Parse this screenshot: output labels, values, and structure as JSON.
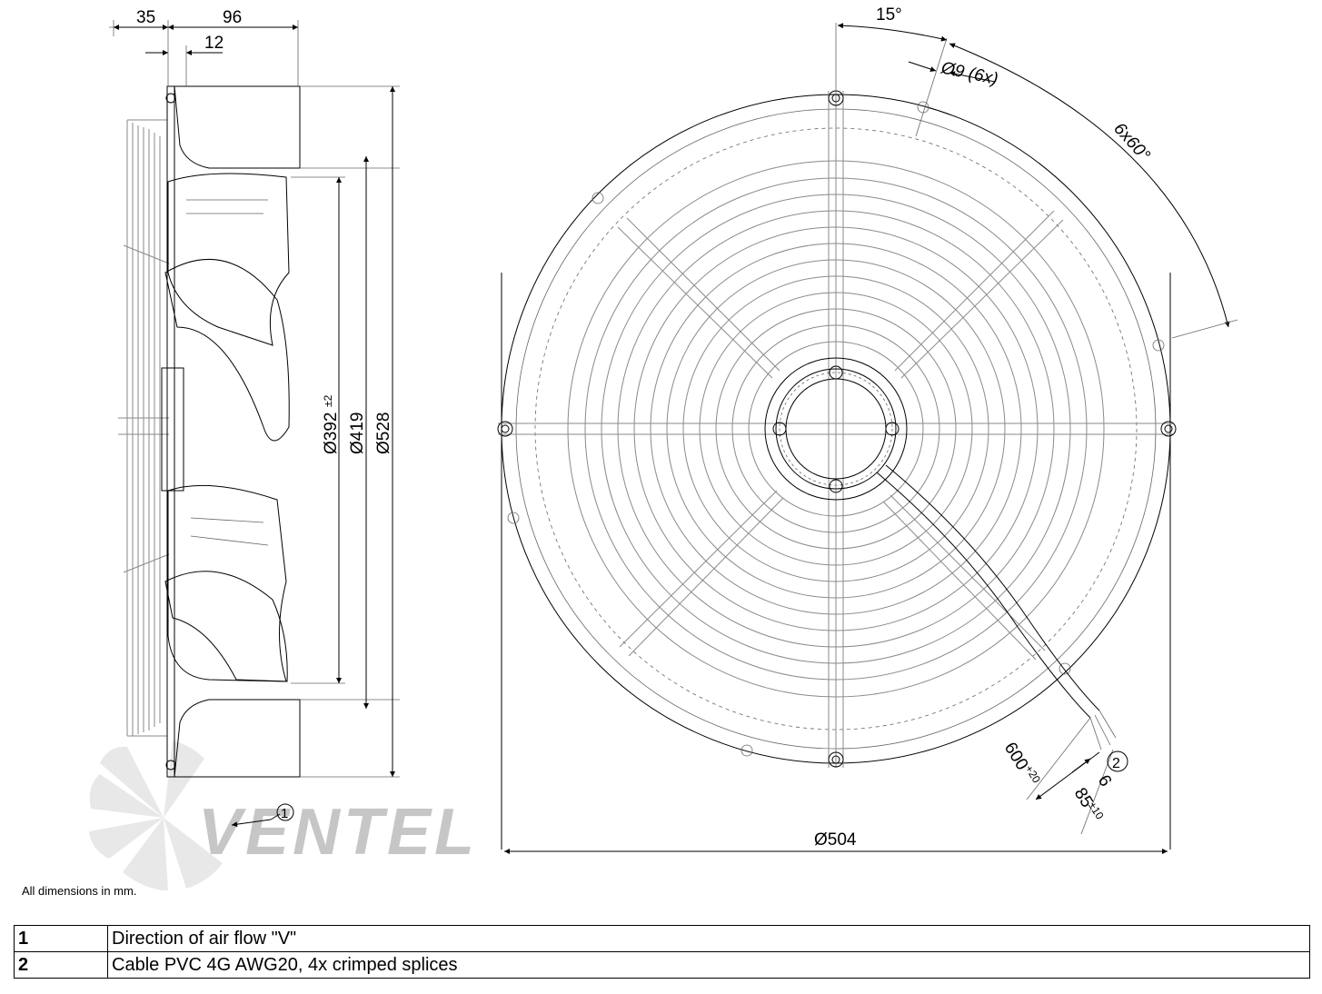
{
  "side_view": {
    "dims": {
      "d35": "35",
      "d96": "96",
      "d12": "12",
      "d392": "Ø392",
      "d392_tol": "±2",
      "d419": "Ø419",
      "d528": "Ø528"
    },
    "callout_1": "1"
  },
  "front_view": {
    "dims": {
      "angle15": "15°",
      "holes": "Ø9 (6x)",
      "pitch": "6x60°",
      "d504": "Ø504",
      "cable_len": "600",
      "cable_len_tol": "+20",
      "strip6": "6",
      "strip85": "85",
      "strip85_tol": "±10"
    },
    "callout_2": "2"
  },
  "watermark": "VENTEL",
  "note": "All dimensions in mm.",
  "legend": [
    {
      "num": "1",
      "text": "Direction of air flow \"V\""
    },
    {
      "num": "2",
      "text": "Cable PVC 4G AWG20, 4x crimped splices"
    }
  ]
}
